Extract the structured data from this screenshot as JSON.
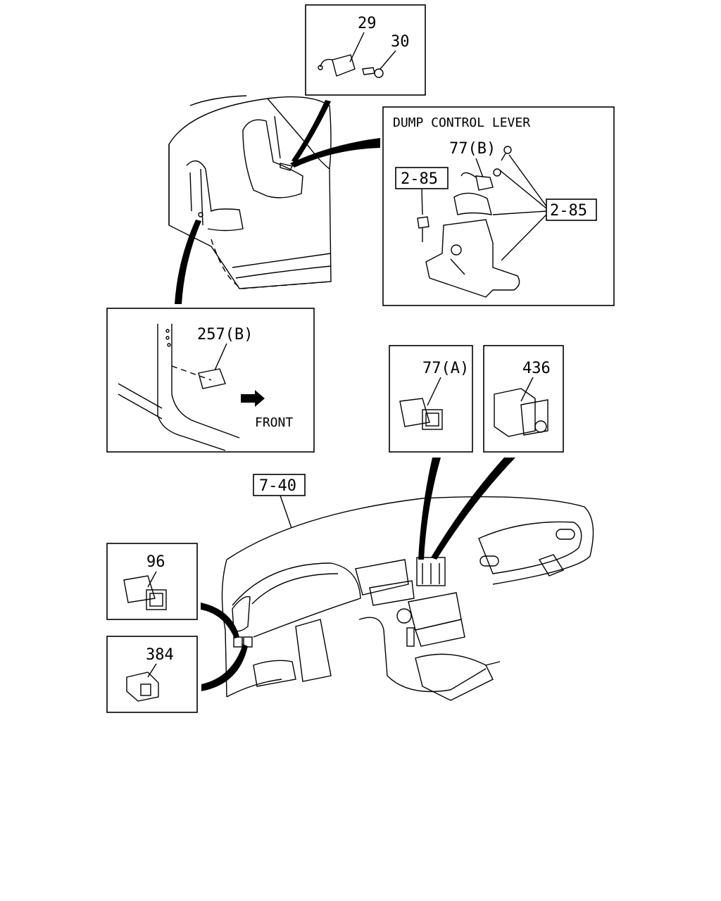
{
  "callouts": {
    "c29": "29",
    "c30": "30",
    "c77b": "77(B)",
    "c285a": "2-85",
    "c285b": "2-85",
    "c257b": "257(B)",
    "c77a": "77(A)",
    "c436": "436",
    "c740": "7-40",
    "c96": "96",
    "c384": "384"
  },
  "dump_panel": {
    "title": "DUMP CONTROL LEVER"
  },
  "door_panel": {
    "direction": "FRONT"
  }
}
